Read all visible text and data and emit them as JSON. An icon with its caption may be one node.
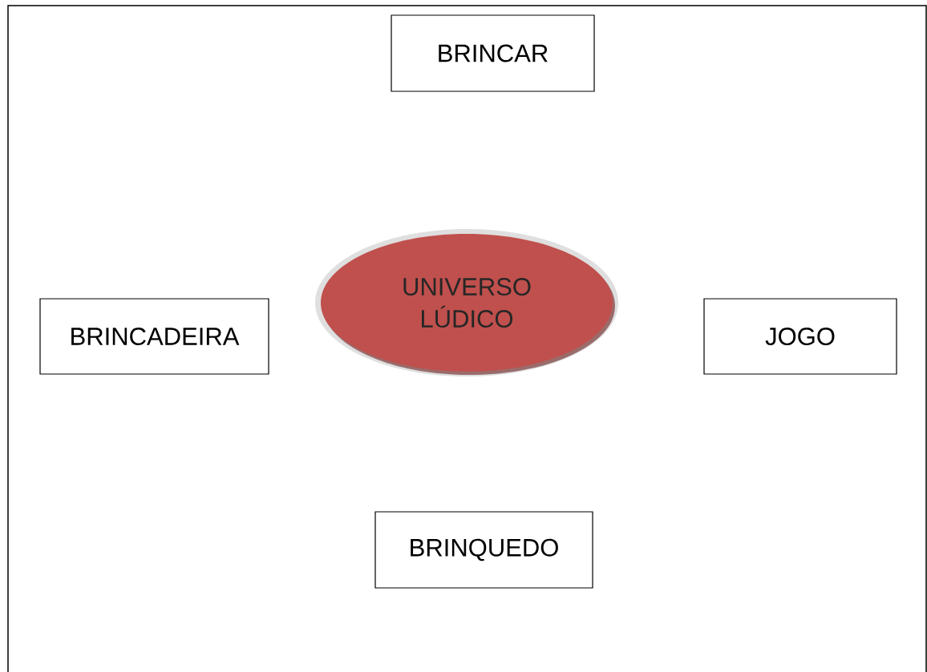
{
  "diagram": {
    "nodes": [
      {
        "text": [
          "BRINCAR"
        ]
      },
      {
        "text": [
          "UNIVERSO LÚDICO"
        ]
      },
      {
        "text": [
          "BRINCADEIRA"
        ]
      },
      {
        "text": [
          "JOGO"
        ]
      },
      {
        "text": [
          "BRINQUEDO"
        ]
      }
    ]
  }
}
